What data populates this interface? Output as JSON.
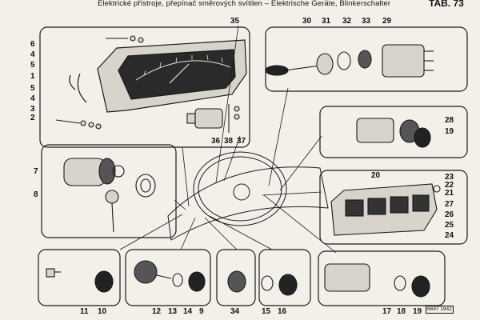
{
  "header": {
    "title": "Elektrické přístroje, přepínač směrových svítilen – Elektrische Geräte, Blinkerschalter",
    "tab": "TAB. 73"
  },
  "callouts": {
    "c1": "1",
    "c2": "2",
    "c3": "3",
    "c4": "4",
    "c4b": "4",
    "c5": "5",
    "c5b": "5",
    "c6": "6",
    "c7": "7",
    "c8": "8",
    "c9": "9",
    "c10": "10",
    "c11": "11",
    "c12": "12",
    "c13": "13",
    "c14": "14",
    "c15": "15",
    "c16": "16",
    "c17": "17",
    "c18": "18",
    "c19": "19",
    "c19b": "19",
    "c20": "20",
    "c21": "21",
    "c22": "22",
    "c23": "23",
    "c24": "24",
    "c25": "25",
    "c26": "26",
    "c27": "27",
    "c28": "28",
    "c29": "29",
    "c30": "30",
    "c31": "31",
    "c32": "32",
    "c33": "33",
    "c34": "34",
    "c35": "35",
    "c36": "36",
    "c37": "37",
    "c38": "38"
  },
  "figure_code": "6697 1942"
}
